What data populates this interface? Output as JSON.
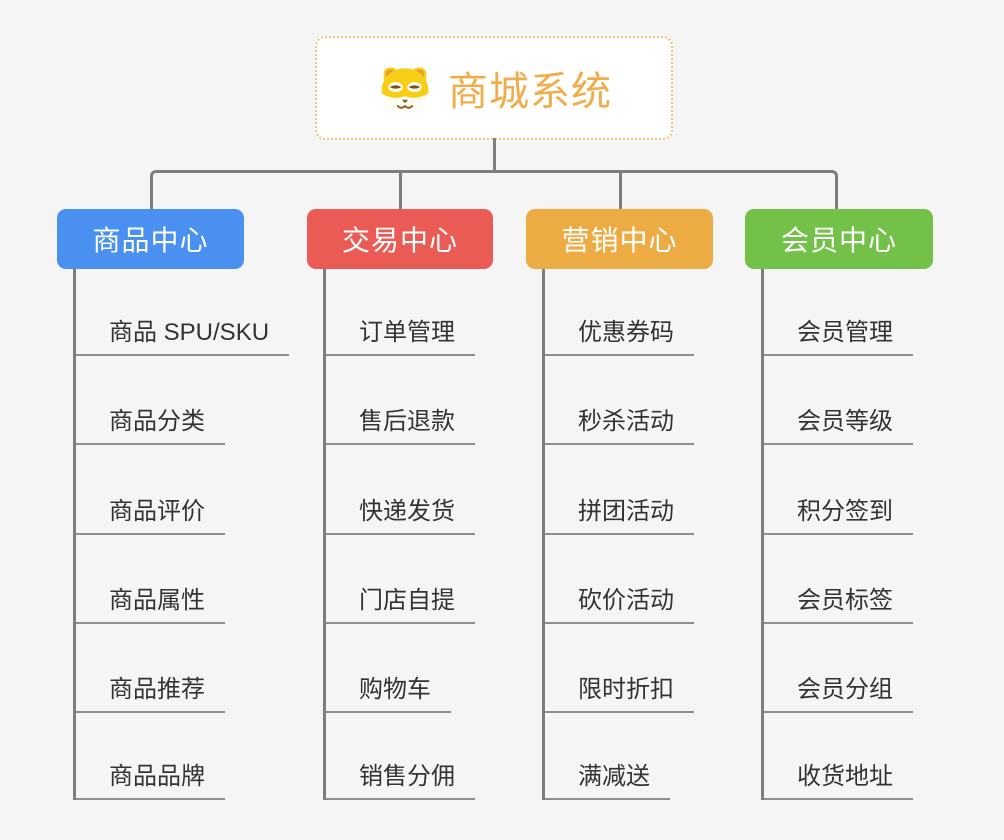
{
  "page": {
    "background_color": "#F5F5F5",
    "connector_color": "#7E7E7E",
    "underline_color": "#8E8E8E"
  },
  "root": {
    "title": "商城系统",
    "title_color": "#F0AD4B",
    "border_color": "#F3C379",
    "icon": "dog-icon"
  },
  "branches": [
    {
      "label": "商品中心",
      "color": "#4A90F0",
      "children": [
        "商品 SPU/SKU",
        "商品分类",
        "商品评价",
        "商品属性",
        "商品推荐",
        "商品品牌"
      ]
    },
    {
      "label": "交易中心",
      "color": "#EA5B55",
      "children": [
        "订单管理",
        "售后退款",
        "快递发货",
        "门店自提",
        "购物车",
        "销售分佣"
      ]
    },
    {
      "label": "营销中心",
      "color": "#ECAC43",
      "children": [
        "优惠券码",
        "秒杀活动",
        "拼团活动",
        "砍价活动",
        "限时折扣",
        "满减送"
      ]
    },
    {
      "label": "会员中心",
      "color": "#74C14A",
      "children": [
        "会员管理",
        "会员等级",
        "积分签到",
        "会员标签",
        "会员分组",
        "收货地址"
      ]
    }
  ]
}
